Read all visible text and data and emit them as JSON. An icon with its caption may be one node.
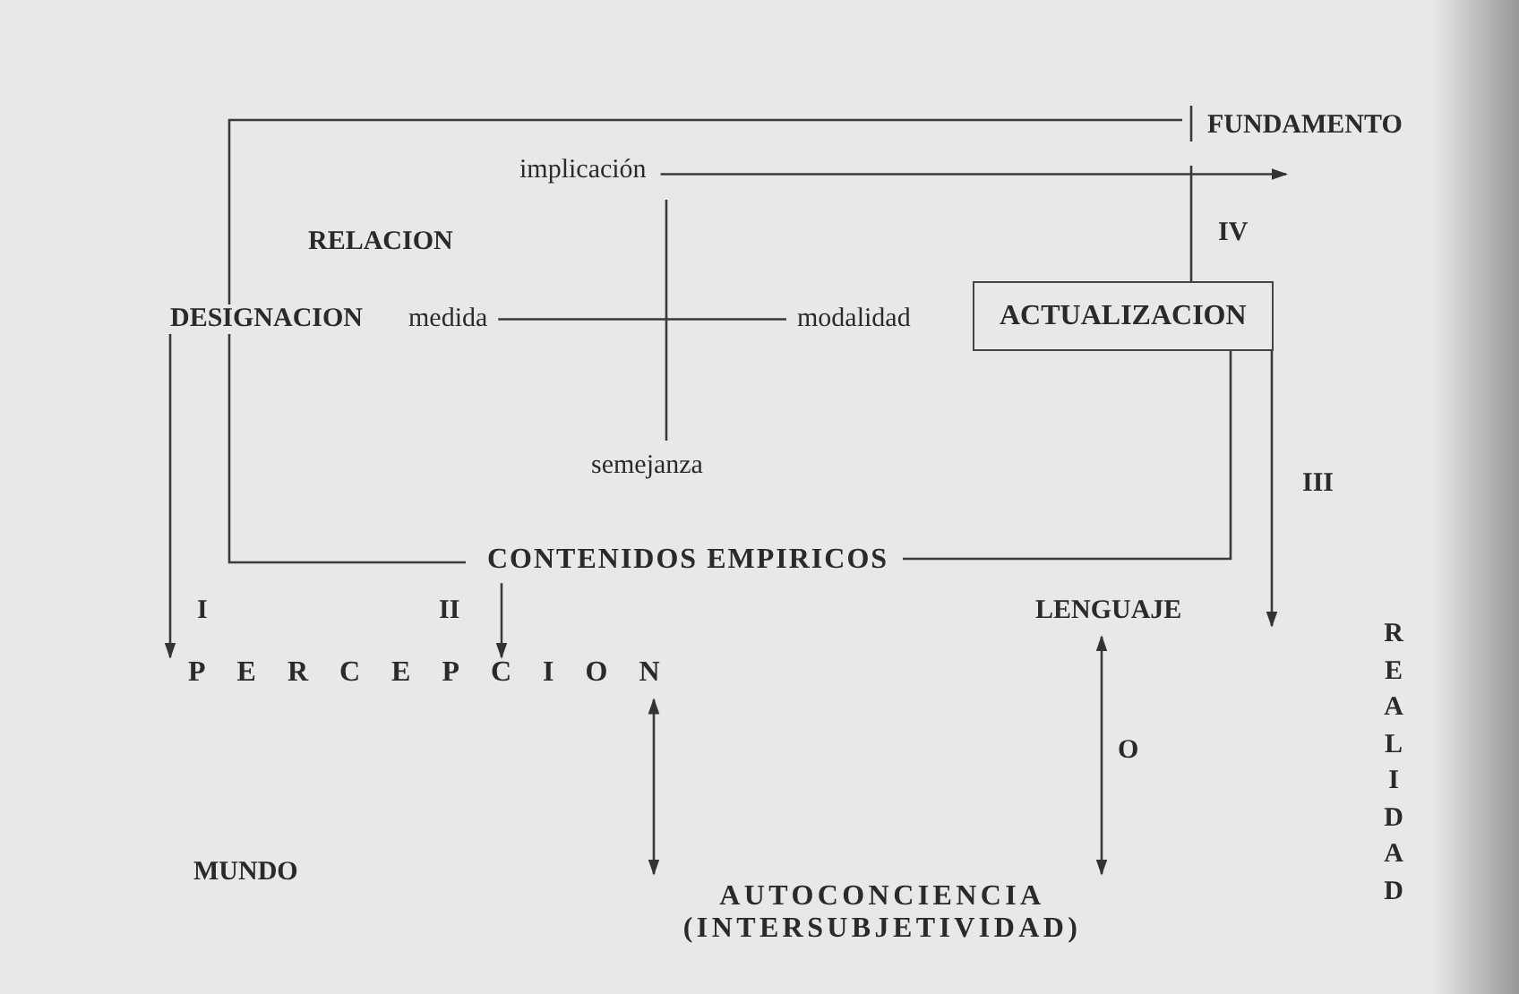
{
  "diagram": {
    "nodes": [
      {
        "text": [
          "FUNDAMENTO"
        ]
      },
      {
        "text": [
          "implicación"
        ]
      },
      {
        "text": [
          "DESIGNACION"
        ]
      },
      {
        "text": [
          "medida"
        ]
      },
      {
        "text": [
          "modalidad"
        ]
      },
      {
        "text": [
          "ACTUALIZACION"
        ]
      },
      {
        "text": [
          "semejanza"
        ]
      },
      {
        "text": [
          "CONTENIDOS EMPIRICOS"
        ]
      },
      {
        "text": [
          "LENGUAJE"
        ]
      },
      {
        "text": [
          "PERCEPCION"
        ]
      },
      {
        "text": [
          "AUTOCONCIENCIA (INTERSUBJETIVIDAD)"
        ]
      }
    ],
    "edges": [
      {
        "from": 1,
        "to": 0,
        "arrow": "to"
      },
      {
        "from": 2,
        "to": 0,
        "arrow": "none"
      },
      {
        "from": 0,
        "to": 5,
        "arrow": "none",
        "label": "IV"
      },
      {
        "from": 3,
        "to": 4,
        "arrow": "none"
      },
      {
        "from": 1,
        "to": 6,
        "arrow": "none"
      },
      {
        "from": 2,
        "to": 7,
        "arrow": "none"
      },
      {
        "from": 2,
        "to": 9,
        "arrow": "to",
        "label": "I"
      },
      {
        "from": 7,
        "to": 9,
        "arrow": "to",
        "label": "II"
      },
      {
        "from": 5,
        "to": 7,
        "arrow": "none"
      },
      {
        "from": 5,
        "to": 8,
        "arrow": "to",
        "label": "III"
      },
      {
        "from": 9,
        "to": 10,
        "arrow": "both"
      },
      {
        "from": 8,
        "to": 10,
        "arrow": "both",
        "label": "O"
      }
    ],
    "labels": [
      "RELACION",
      "REALIDAD",
      "MUNDO"
    ]
  }
}
